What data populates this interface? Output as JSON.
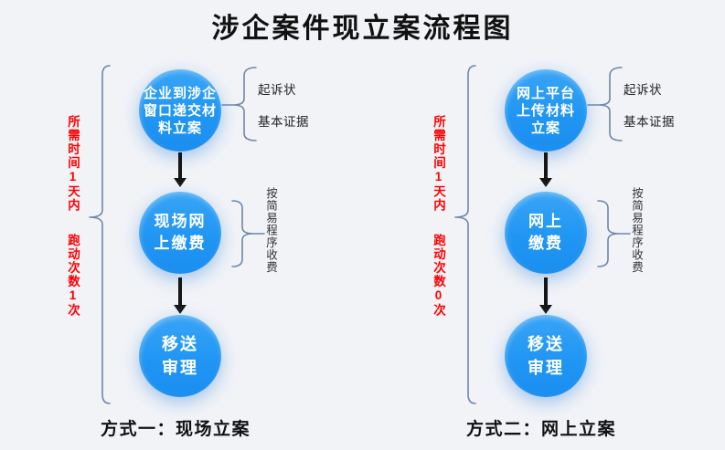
{
  "title": "涉企案件现立案流程图",
  "colors": {
    "background": "#f1f3f7",
    "circle_blue": "#2196f3",
    "metric_red": "#ff0000",
    "brace_blue": "#6e87ab",
    "arrow_black": "#161616",
    "circle_text": "#ffffff"
  },
  "columns": [
    {
      "time_required": "所需时间1天内",
      "trips_count": "跑动次数1次",
      "steps": [
        {
          "line1": "企业到涉企",
          "line2": "窗口递交材",
          "line3": "料立案"
        },
        {
          "line1": "现场网",
          "line2": "上缴费"
        },
        {
          "line1": "移送",
          "line2": "审理"
        }
      ],
      "attachments": [
        "起诉状",
        "基本证据"
      ],
      "fee_note": "按简易程序收费",
      "caption": "方式一：现场立案"
    },
    {
      "time_required": "所需时间1天内",
      "trips_count": "跑动次数0次",
      "steps": [
        {
          "line1": "网上平台",
          "line2": "上传材料",
          "line3": "立案"
        },
        {
          "line1": "网上",
          "line2": "缴费"
        },
        {
          "line1": "移送",
          "line2": "审理"
        }
      ],
      "attachments": [
        "起诉状",
        "基本证据"
      ],
      "fee_note": "按简易程序收费",
      "caption": "方式二：网上立案"
    }
  ]
}
